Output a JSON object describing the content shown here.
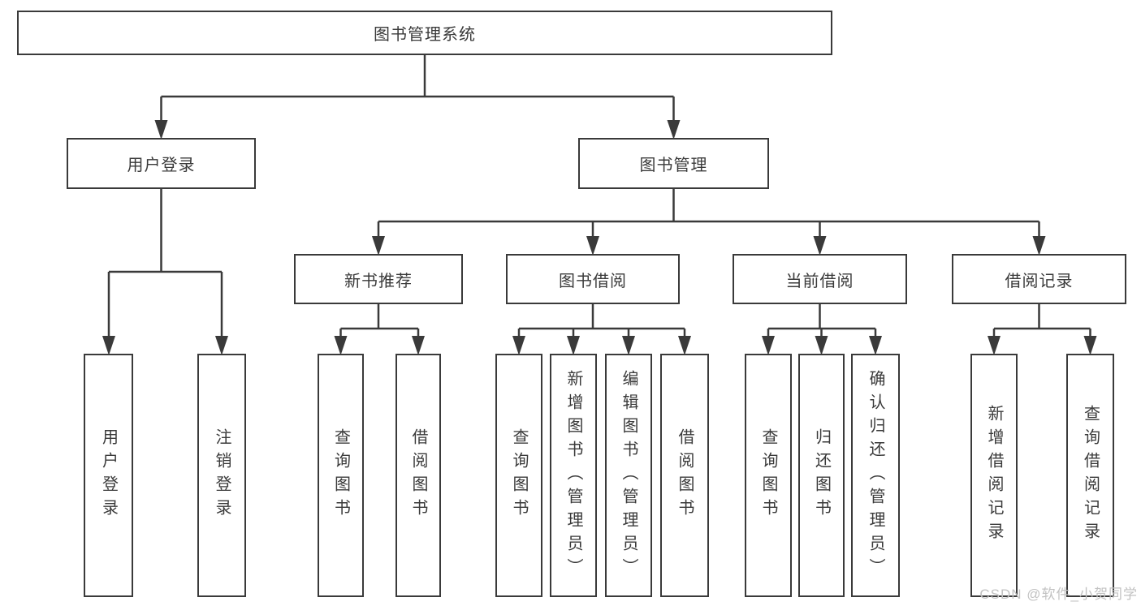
{
  "diagram": {
    "root": "图书管理系统",
    "level2": [
      "用户登录",
      "图书管理"
    ],
    "level3": [
      "新书推荐",
      "图书借阅",
      "当前借阅",
      "借阅记录"
    ],
    "leaves": {
      "login": [
        "用户登录",
        "注销登录"
      ],
      "recommend": [
        "查询图书",
        "借阅图书"
      ],
      "borrow": [
        "查询图书",
        "新增图书（管理员）",
        "编辑图书（管理员）",
        "借阅图书"
      ],
      "current": [
        "查询图书",
        "归还图书",
        "确认归还（管理员）"
      ],
      "records": [
        "新增借阅记录",
        "查询借阅记录"
      ]
    }
  },
  "watermark": "CSDN @软件_小贺同学",
  "colors": {
    "line": "#3a3a3a",
    "text": "#3a3a3a",
    "background": "#ffffff",
    "watermark": "#c2c2c2"
  }
}
